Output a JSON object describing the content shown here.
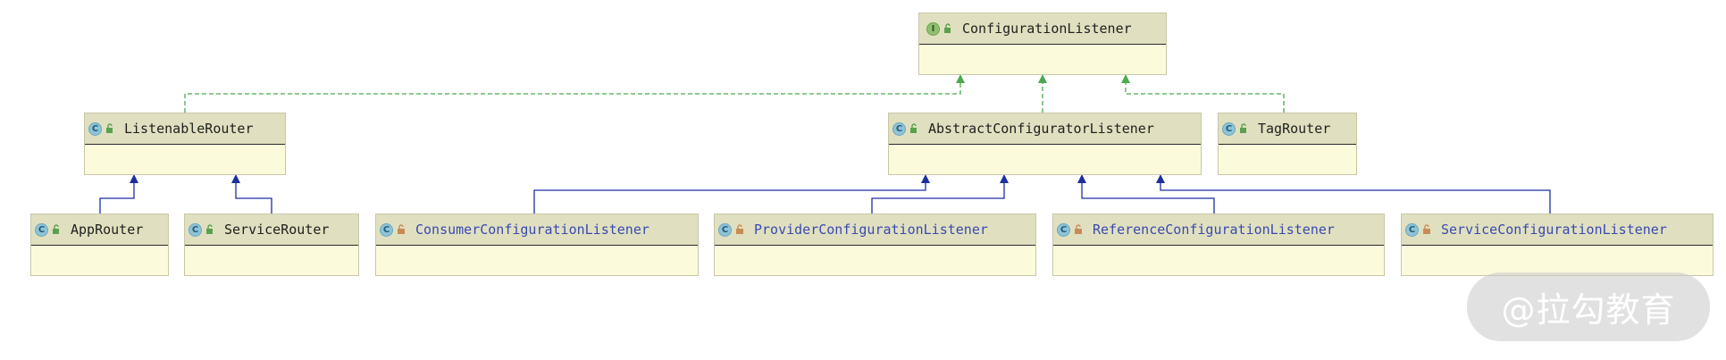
{
  "nodes": {
    "configuration_listener": {
      "kind": "I",
      "name": "ConfigurationListener"
    },
    "listenable_router": {
      "kind": "C",
      "name": "ListenableRouter"
    },
    "abstract_configurator_listener": {
      "kind": "C",
      "name": "AbstractConfiguratorListener"
    },
    "tag_router": {
      "kind": "C",
      "name": "TagRouter"
    },
    "app_router": {
      "kind": "C",
      "name": "AppRouter"
    },
    "service_router": {
      "kind": "C",
      "name": "ServiceRouter"
    },
    "consumer_configuration_listener": {
      "kind": "C",
      "name": "ConsumerConfigurationListener"
    },
    "provider_configuration_listener": {
      "kind": "C",
      "name": "ProviderConfigurationListener"
    },
    "reference_configuration_listener": {
      "kind": "C",
      "name": "ReferenceConfigurationListener"
    },
    "service_configuration_listener": {
      "kind": "C",
      "name": "ServiceConfigurationListener"
    }
  },
  "watermark": "@拉勾教育",
  "colors": {
    "implements_edge": "#4caa4c",
    "extends_edge": "#1c2fa0",
    "header_bg": "#e0e0c0",
    "body_bg": "#fbfbdc",
    "inner_class_name": "#3a49b0"
  }
}
